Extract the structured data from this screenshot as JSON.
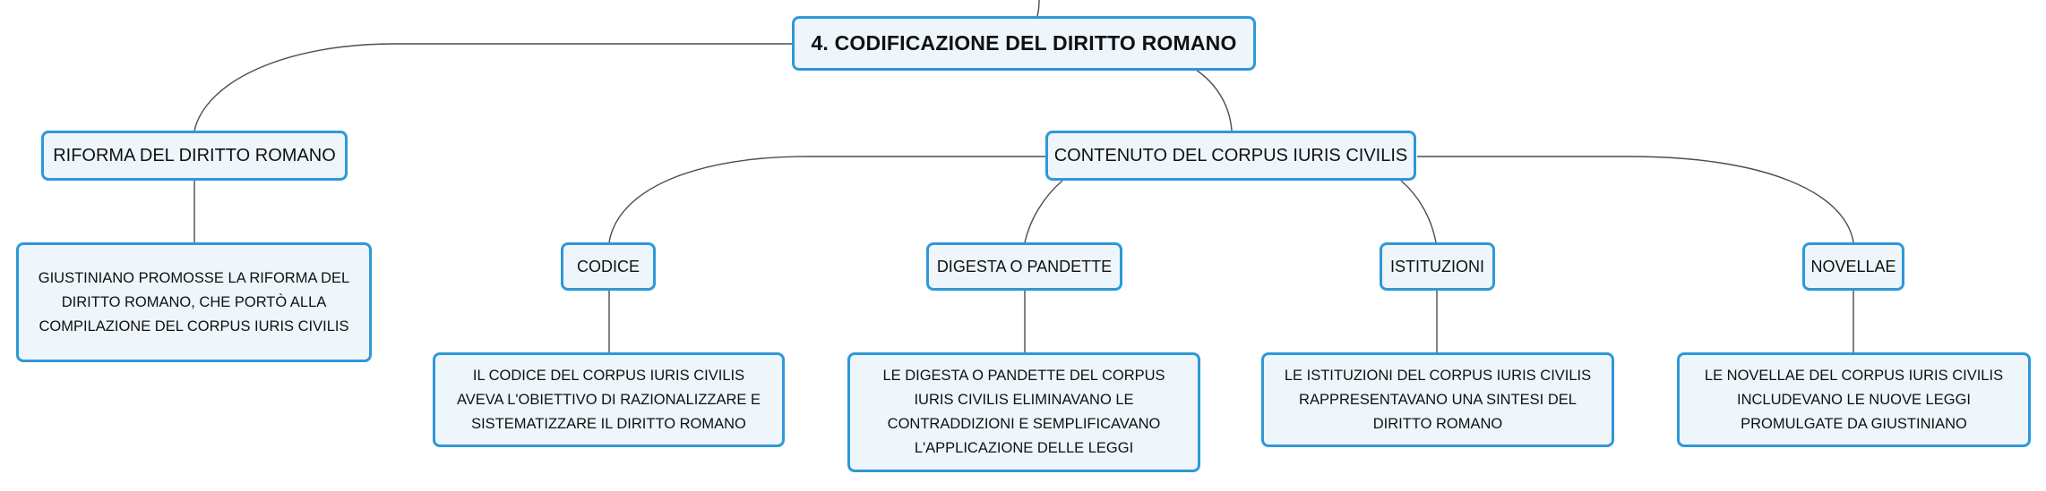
{
  "diagram": {
    "root": {
      "label": "4. CODIFICAZIONE DEL DIRITTO ROMANO"
    },
    "branches": [
      {
        "label": "RIFORMA DEL DIRITTO ROMANO",
        "children": [
          {
            "label": "GIUSTINIANO PROMOSSE LA RIFORMA DEL DIRITTO ROMANO, CHE PORTÒ ALLA COMPILAZIONE DEL CORPUS IURIS CIVILIS"
          }
        ]
      },
      {
        "label": "CONTENUTO DEL CORPUS IURIS CIVILIS",
        "children": [
          {
            "label": "CODICE",
            "detail": "IL CODICE DEL CORPUS IURIS CIVILIS AVEVA L'OBIETTIVO DI RAZIONALIZZARE E SISTEMATIZZARE IL DIRITTO ROMANO"
          },
          {
            "label": "DIGESTA O PANDETTE",
            "detail": "LE DIGESTA O PANDETTE DEL CORPUS IURIS CIVILIS ELIMINAVANO LE CONTRADDIZIONI E SEMPLIFICAVANO L'APPLICAZIONE DELLE LEGGI"
          },
          {
            "label": "ISTITUZIONI",
            "detail": "LE ISTITUZIONI DEL CORPUS IURIS CIVILIS RAPPRESENTAVANO UNA SINTESI DEL DIRITTO ROMANO"
          },
          {
            "label": "NOVELLAE",
            "detail": "LE NOVELLAE DEL CORPUS IURIS CIVILIS INCLUDEVANO LE NUOVE LEGGI PROMULGATE DA GIUSTINIANO"
          }
        ]
      }
    ],
    "colors": {
      "node_border": "#2f98d8",
      "node_fill": "#eef6fc",
      "connector": "#4d4d4d",
      "text": "#111111"
    }
  }
}
